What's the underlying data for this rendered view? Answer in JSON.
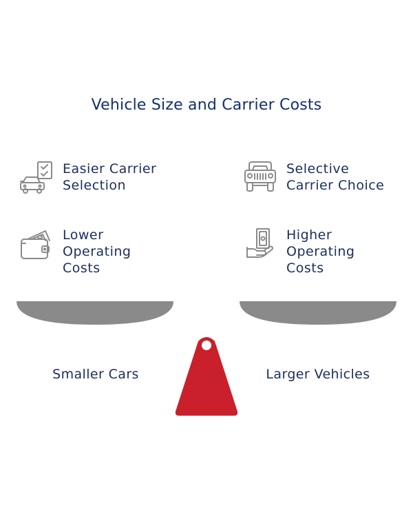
{
  "title": "Vehicle Size and Carrier Costs",
  "left": {
    "label": "Smaller Cars",
    "items": [
      {
        "icon": "car-checklist-icon",
        "lines": [
          "Easier Carrier",
          "Selection"
        ]
      },
      {
        "icon": "wallet-money-icon",
        "lines": [
          "Lower",
          "Operating",
          "Costs"
        ]
      }
    ]
  },
  "right": {
    "label": "Larger Vehicles",
    "items": [
      {
        "icon": "jeep-icon",
        "lines": [
          "Selective",
          "Carrier Choice"
        ]
      },
      {
        "icon": "hand-money-icon",
        "lines": [
          "Higher",
          "Operating",
          "Costs"
        ]
      }
    ]
  },
  "colors": {
    "title": "#12306e",
    "text": "#1a2d5e",
    "pan": "#8a8a8a",
    "fulcrum": "#c9202c",
    "icon_stroke": "#8a8a8a"
  }
}
